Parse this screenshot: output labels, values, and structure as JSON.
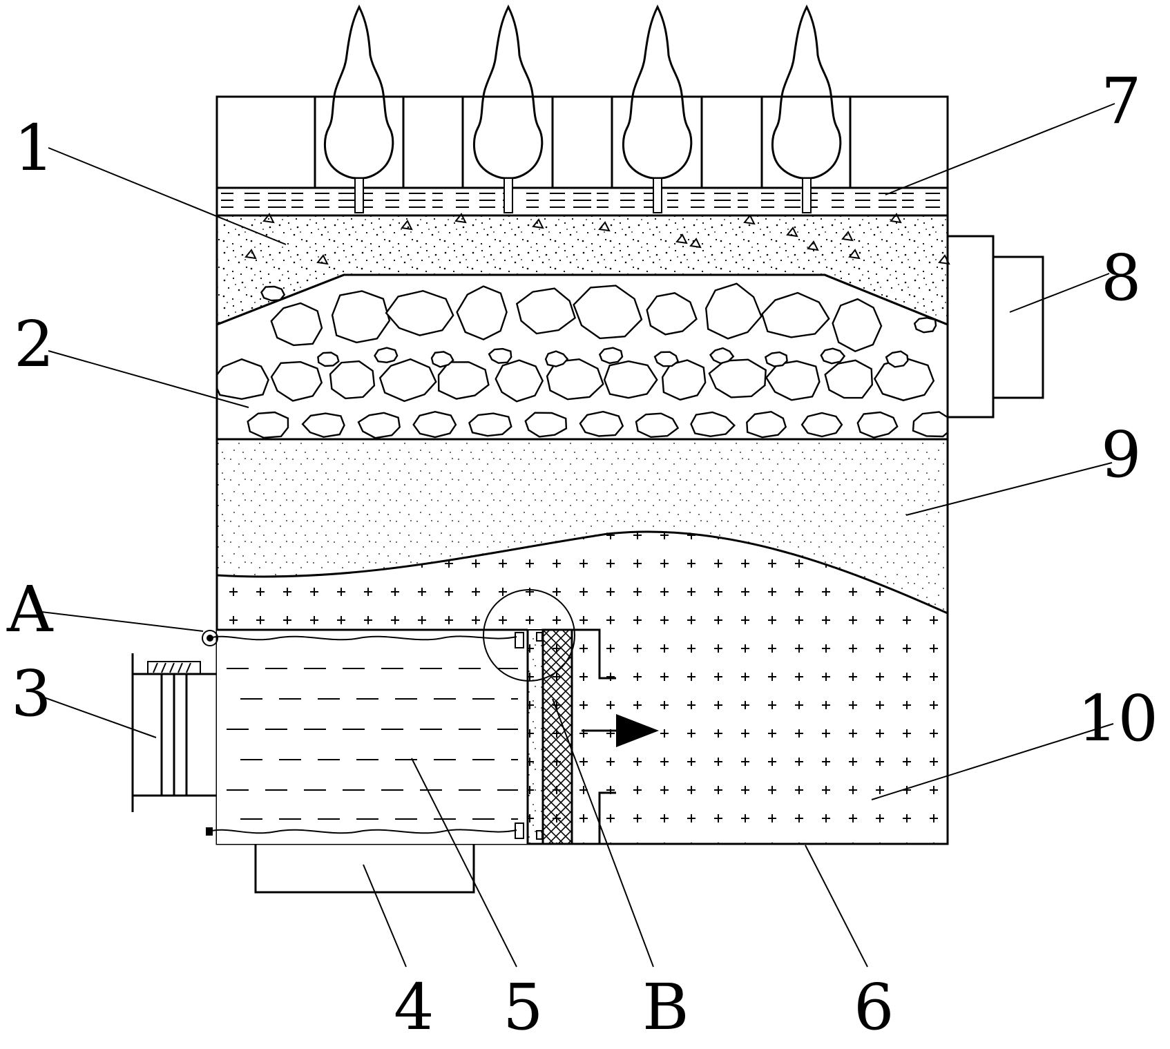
{
  "callouts": {
    "c1": "1",
    "c2": "2",
    "c3": "3",
    "c4": "4",
    "c5": "5",
    "c6": "6",
    "c7": "7",
    "c8": "8",
    "c9": "9",
    "c10": "10",
    "cA": "A",
    "cB": "B"
  },
  "colors": {
    "line": "#000000",
    "background": "#ffffff"
  }
}
